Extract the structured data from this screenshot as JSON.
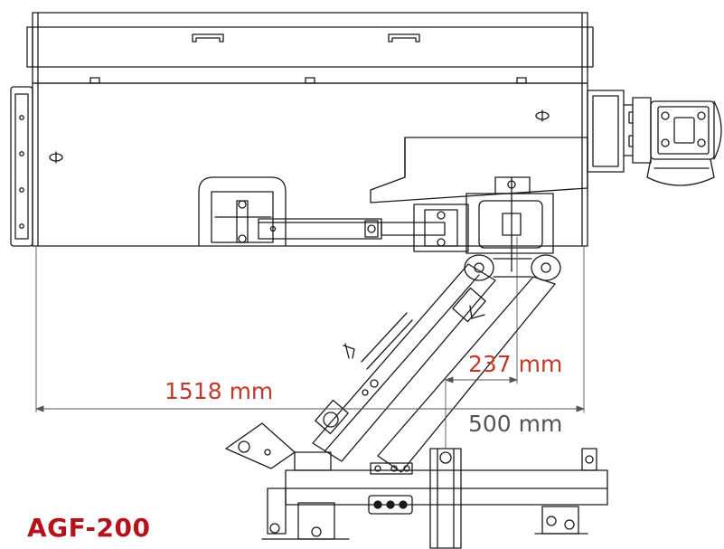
{
  "model": "AGF-200",
  "dimensions": {
    "width_label": "1518 mm",
    "offset_label": "237 mm",
    "arm_label": "500 mm"
  },
  "colors": {
    "dimension_red": "#c0392b",
    "dimension_gray": "#555555",
    "model_red": "#b5121b",
    "line": "#1a1a1a"
  }
}
